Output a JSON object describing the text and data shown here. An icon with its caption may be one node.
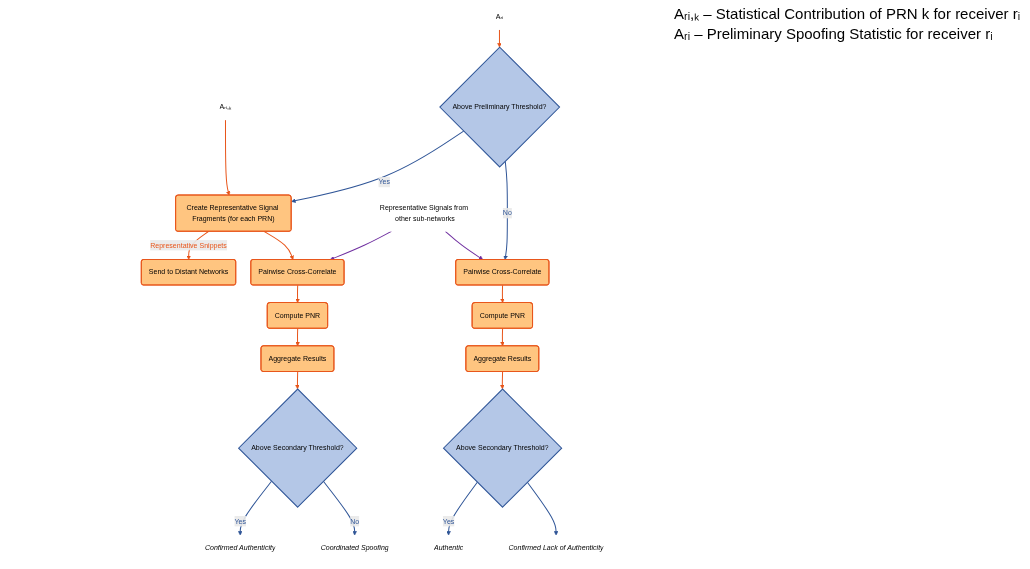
{
  "diagram": {
    "nodes": [
      {
        "text": [
          "Aᵣᵢ"
        ]
      },
      {
        "text": [
          "Aᵣᵢ,ₖ"
        ]
      },
      {
        "text": [
          "Above Preliminary Threshold?"
        ]
      },
      {
        "text": [
          "Create Representative Signal Fragments (for each PRN)"
        ]
      },
      {
        "text": [
          "Send to Distant Networks"
        ]
      },
      {
        "text": [
          "Pairwise Cross-Correlate"
        ]
      },
      {
        "text": [
          "Pairwise Cross-Correlate"
        ]
      },
      {
        "text": [
          "Representative Signals from other sub-networks"
        ]
      },
      {
        "text": [
          "Compute PNR"
        ]
      },
      {
        "text": [
          "Compute PNR"
        ]
      },
      {
        "text": [
          "Aggregate Results"
        ]
      },
      {
        "text": [
          "Aggregate Results"
        ]
      },
      {
        "text": [
          "Above Secondary Threshold?"
        ]
      },
      {
        "text": [
          "Above Secondary Threshold?"
        ]
      },
      {
        "text": [
          "Authentic"
        ]
      },
      {
        "text": [
          "Confirmed Lack of Authenticity"
        ]
      },
      {
        "text": [
          "Confirmed Authenticity"
        ]
      },
      {
        "text": [
          "Coordinated Spoofing"
        ]
      }
    ],
    "edges": [
      {
        "from": 0,
        "to": 2,
        "arrow": "to"
      },
      {
        "from": 1,
        "to": 3,
        "arrow": "to"
      },
      {
        "from": 2,
        "to": 3,
        "arrow": "to",
        "label": "Yes",
        "color": "#2f5597"
      },
      {
        "from": 2,
        "to": 5,
        "arrow": "to",
        "label": "No",
        "color": "#2f5597"
      },
      {
        "from": 3,
        "to": 4,
        "arrow": "to",
        "label": "Representative Snippets"
      },
      {
        "from": 3,
        "to": 6,
        "arrow": "to"
      },
      {
        "from": 7,
        "to": 6,
        "arrow": "to",
        "color": "#7030a0"
      },
      {
        "from": 7,
        "to": 5,
        "arrow": "to",
        "color": "#7030a0"
      },
      {
        "from": 5,
        "to": 8,
        "arrow": "to"
      },
      {
        "from": 8,
        "to": 10,
        "arrow": "to"
      },
      {
        "from": 10,
        "to": 12,
        "arrow": "to"
      },
      {
        "from": 6,
        "to": 9,
        "arrow": "to"
      },
      {
        "from": 9,
        "to": 11,
        "arrow": "to"
      },
      {
        "from": 11,
        "to": 13,
        "arrow": "to"
      },
      {
        "from": 12,
        "to": 14,
        "arrow": "to",
        "label": "Yes",
        "color": "#2f5597"
      },
      {
        "from": 12,
        "to": 15,
        "arrow": "to",
        "color": "#2f5597"
      },
      {
        "from": 13,
        "to": 16,
        "arrow": "to",
        "label": "Yes",
        "color": "#2f5597"
      },
      {
        "from": 13,
        "to": 17,
        "arrow": "to",
        "label": "No",
        "color": "#2f5597"
      }
    ],
    "labels": [
      "Aᵣᵢ,ₖ – Statistical Contribution of PRN k for receiver rᵢ",
      "Aᵣᵢ – Preliminary Spoofing Statistic for receiver rᵢ"
    ]
  }
}
